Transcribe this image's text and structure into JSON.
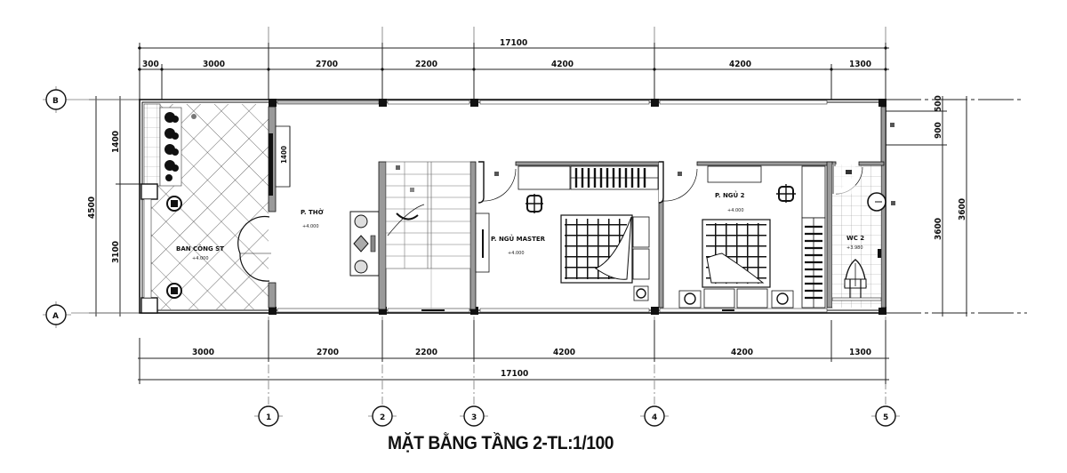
{
  "drawing": {
    "title": "MẶT BẰNG TẦNG 2-TL:1/100",
    "scale": "1/100",
    "floor": "TẦNG 2"
  },
  "dimensions": {
    "top_overall": "17100",
    "top_segments": [
      "300",
      "3000",
      "2700",
      "2200",
      "4200",
      "4200",
      "1300"
    ],
    "bottom_segments": [
      "3000",
      "2700",
      "2200",
      "4200",
      "4200",
      "1300"
    ],
    "bottom_overall": "17100",
    "left_segments": [
      "1400",
      "3100"
    ],
    "left_overall": "4500",
    "right_segments": [
      "500",
      "900"
    ],
    "right_overall": "3600",
    "window_width": "1400"
  },
  "grid_axes": {
    "rows": [
      "B",
      "A"
    ],
    "columns": [
      "1",
      "2",
      "3",
      "4",
      "5"
    ]
  },
  "rooms": [
    {
      "id": "balcony",
      "label": "BAN CÔNG ST",
      "sublabel": "+4.000"
    },
    {
      "id": "worship",
      "label": "P. THỜ",
      "sublabel": "+4.000"
    },
    {
      "id": "master-bedroom",
      "label": "P. NGỦ MASTER",
      "sublabel": "+4.000"
    },
    {
      "id": "bedroom-2",
      "label": "P. NGỦ 2",
      "sublabel": "+4.000"
    },
    {
      "id": "wc",
      "label": "WC 2",
      "sublabel": "+3.980"
    }
  ],
  "colors": {
    "line": "#111111",
    "wall_fill": "#9a9a9a",
    "background": "#ffffff",
    "tile": "#555555"
  }
}
